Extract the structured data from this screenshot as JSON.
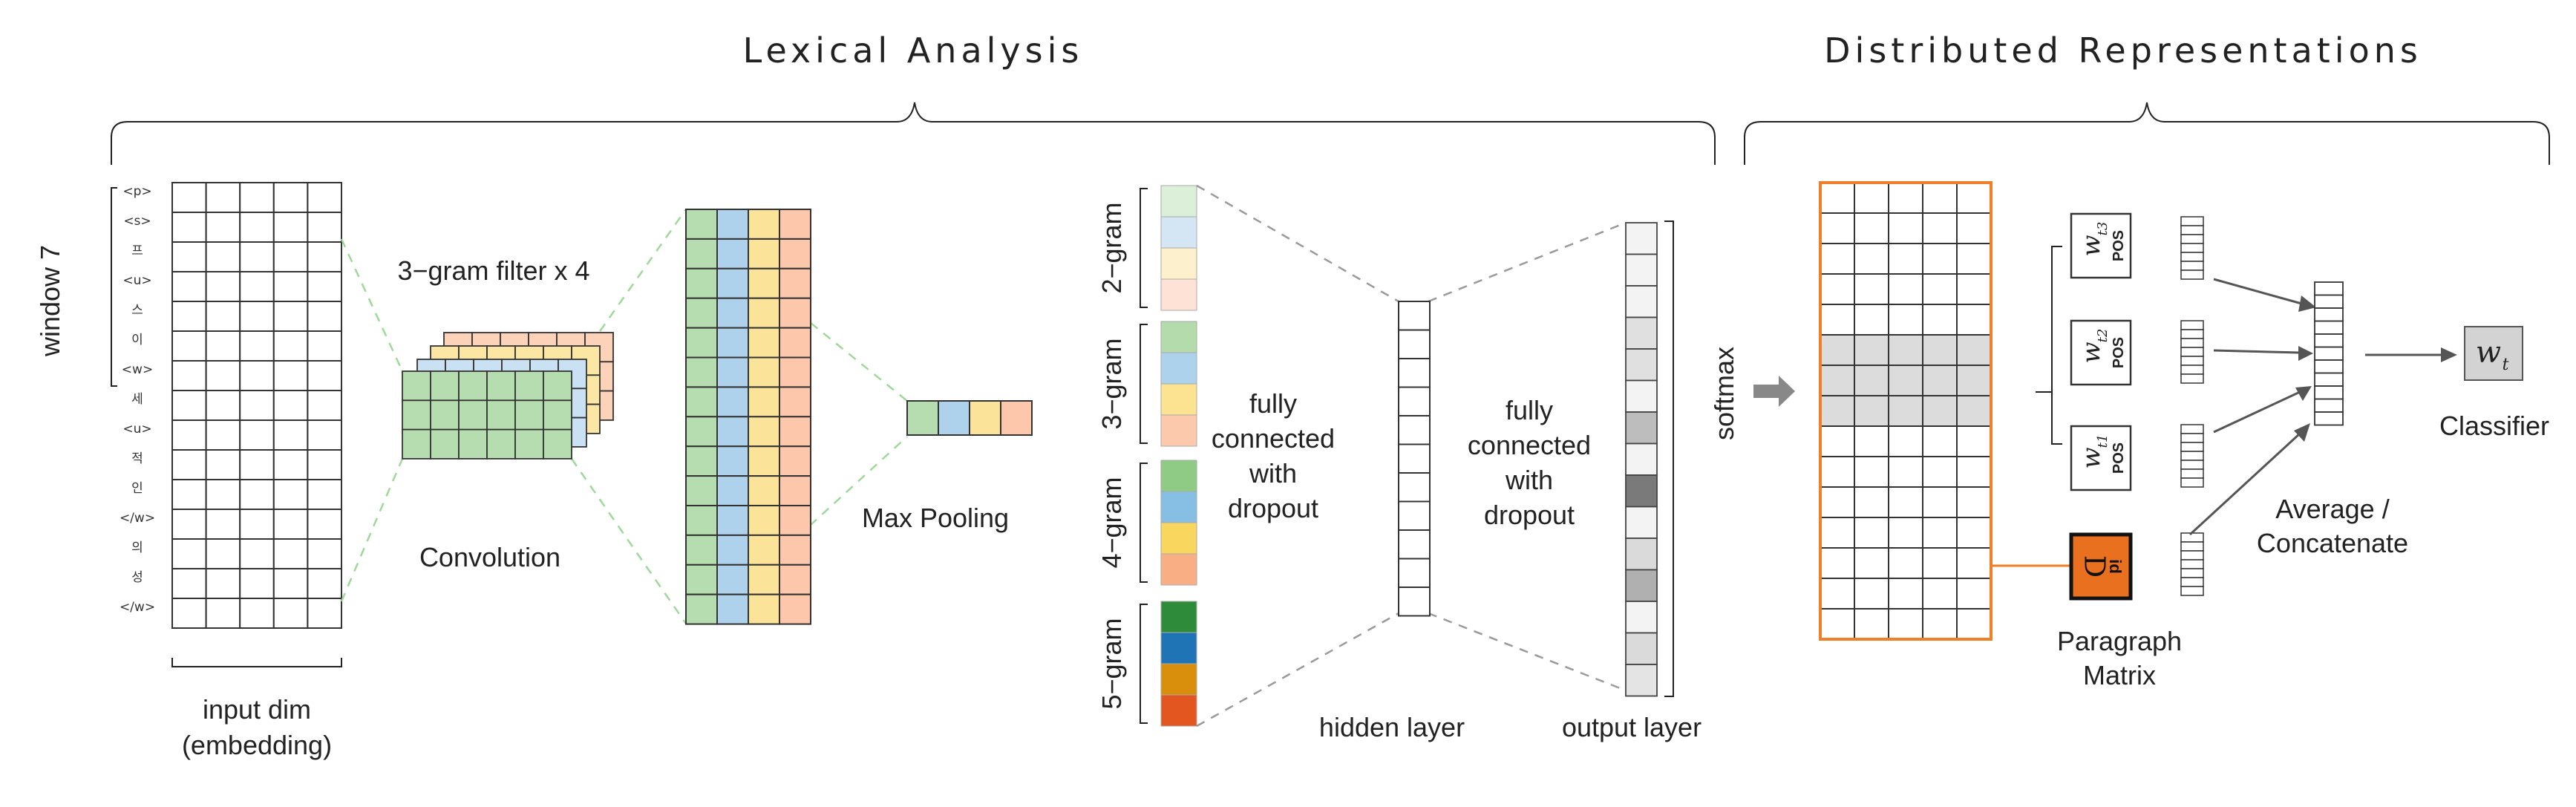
{
  "sections": {
    "lexical_title": "Lexical Analysis",
    "distributed_title": "Distributed Representations"
  },
  "tokens": [
    {
      "text": "<p>",
      "highlight": false
    },
    {
      "text": "<s>",
      "highlight": false
    },
    {
      "text": "프",
      "highlight": false
    },
    {
      "text": "<u>",
      "highlight": false
    },
    {
      "text": "스",
      "highlight": false
    },
    {
      "text": "이",
      "highlight": false
    },
    {
      "text": "<w>",
      "highlight": false
    },
    {
      "text": "세",
      "highlight": true
    },
    {
      "text": "<u>",
      "highlight": false
    },
    {
      "text": "적",
      "highlight": false
    },
    {
      "text": "인",
      "highlight": false
    },
    {
      "text": "</w>",
      "highlight": false
    },
    {
      "text": "의",
      "highlight": false
    },
    {
      "text": "성",
      "highlight": false
    },
    {
      "text": "</w>",
      "highlight": false
    }
  ],
  "labels": {
    "window": "window 7",
    "input_dim_line1": "input dim",
    "input_dim_line2": "(embedding)",
    "filter": "3−gram filter x 4",
    "convolution": "Convolution",
    "max_pooling": "Max Pooling",
    "fc1": [
      "fully",
      "connected",
      "with",
      "dropout"
    ],
    "fc2": [
      "fully",
      "connected",
      "with",
      "dropout"
    ],
    "hidden_layer": "hidden layer",
    "output_layer": "output layer",
    "softmax": "softmax",
    "paragraph_matrix": [
      "Paragraph",
      "Matrix"
    ],
    "average_concat": [
      "Average /",
      "Concatenate"
    ],
    "classifier": "Classifier"
  },
  "ngrams": [
    {
      "label": "2−gram",
      "colors": [
        "#dcefd9",
        "#d4e6f3",
        "#fdf0cc",
        "#fde2d5"
      ]
    },
    {
      "label": "3−gram",
      "colors": [
        "#b3dbab",
        "#acd2ec",
        "#fbe391",
        "#fcc9ad"
      ]
    },
    {
      "label": "4−gram",
      "colors": [
        "#8fcb85",
        "#86bfe3",
        "#f9d75f",
        "#f9ae84"
      ]
    },
    {
      "label": "5−gram",
      "colors": [
        "#2e8b3a",
        "#1f74b6",
        "#d98f0c",
        "#e4561f"
      ]
    }
  ],
  "filter_colors": [
    "#fcd3b8",
    "#fbe6a3",
    "#c9e1f3",
    "#b6ddaf"
  ],
  "feature_colors": [
    "#b6ddaf",
    "#aed2ec",
    "#fbe49a",
    "#fcc7aa"
  ],
  "output_shades": [
    "#f3f3f3",
    "#f3f3f3",
    "#f3f3f3",
    "#e0e0e0",
    "#e0e0e0",
    "#f3f3f3",
    "#bdbdbd",
    "#f3f3f3",
    "#7a7a7a",
    "#f3f3f3",
    "#dadada",
    "#b0b0b0",
    "#f3f3f3",
    "#dadada",
    "#e4e4e4"
  ],
  "word_vectors": [
    {
      "sub": "t3",
      "tag": "POS"
    },
    {
      "sub": "t2",
      "tag": "POS"
    },
    {
      "sub": "t1",
      "tag": "POS"
    }
  ],
  "paragraph_vector": {
    "letter": "D",
    "sub": "id"
  },
  "classifier_word": {
    "w": "w",
    "sub": "t"
  },
  "colors": {
    "orange": "#f07f2a",
    "orange_fill": "#e8701f",
    "highlight_red": "#e8232a",
    "grid": "#333333",
    "dashed_green": "#9fd99a",
    "dashed_gray": "#9a9a9a",
    "arrow": "#555555"
  }
}
